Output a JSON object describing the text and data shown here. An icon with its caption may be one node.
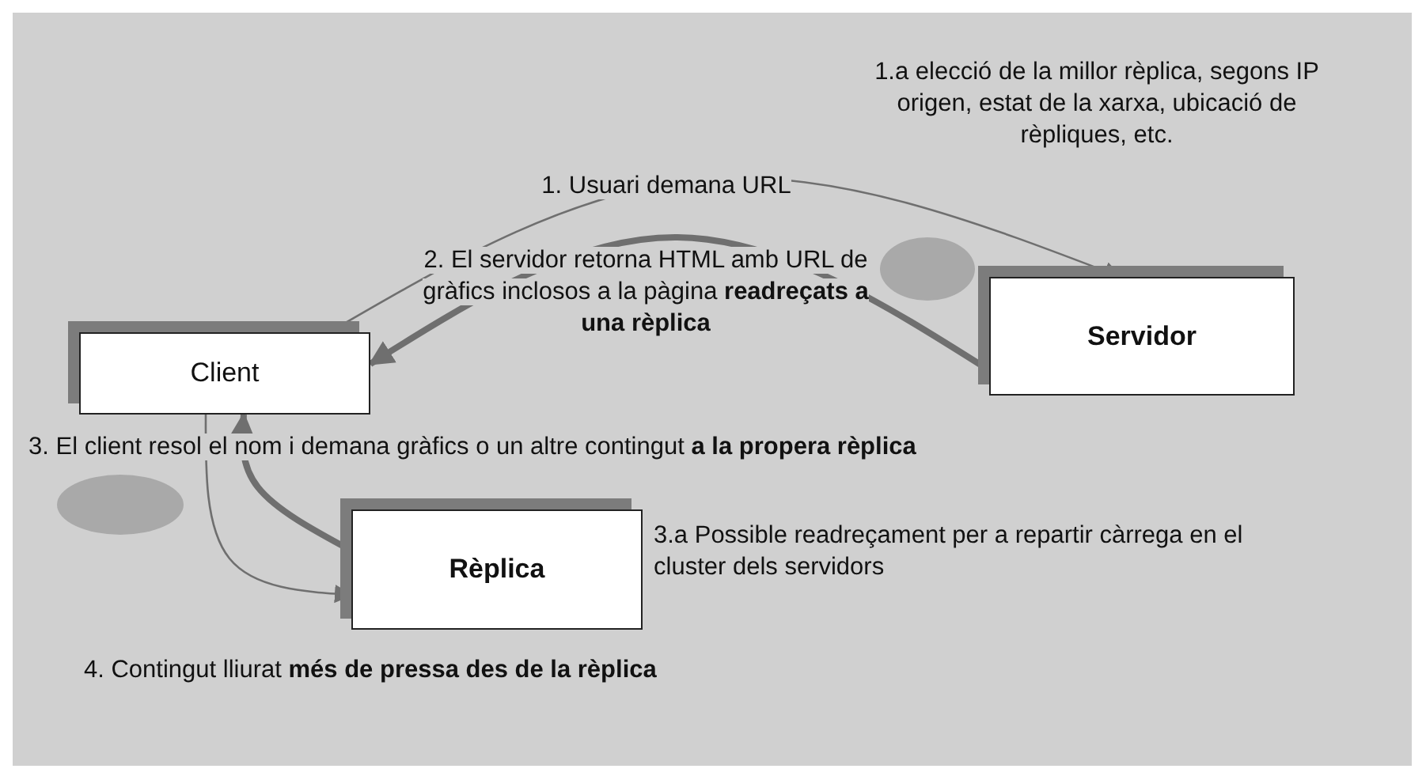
{
  "diagram": {
    "nodes": [
      {
        "text": [
          "Client"
        ]
      },
      {
        "text": [
          "Servidor"
        ]
      },
      {
        "text": [
          "Rèplica"
        ],
        "beside": [
          "3.a Possible readreçament per a repartir càrrega en el cluster dels servidors"
        ]
      },
      {
        "text": [],
        "shape": "ellipse"
      },
      {
        "text": [],
        "shape": "ellipse"
      }
    ],
    "edges": [
      {
        "from": 0,
        "to": 1,
        "arrow": "to"
      },
      {
        "from": 1,
        "to": 0,
        "arrow": "to",
        "style": "thick"
      },
      {
        "from": 0,
        "to": 2,
        "arrow": "to"
      },
      {
        "from": 2,
        "to": 0,
        "arrow": "to",
        "style": "thick"
      }
    ],
    "labels": [
      "1.a elecció de la millor rèplica, segons IP origen, estat de la xarxa, ubicació de rèpliques, etc.",
      "1. Usuari demana URL",
      "2. El servidor retorna HTML amb URL de gràfics inclosos a la pàgina **readreçats a una rèplica**",
      "3. El client resol el nom i demana gràfics o un altre contingut **a la propera rèplica**",
      "4. Contingut lliurat **més de pressa des de la rèplica**"
    ]
  }
}
